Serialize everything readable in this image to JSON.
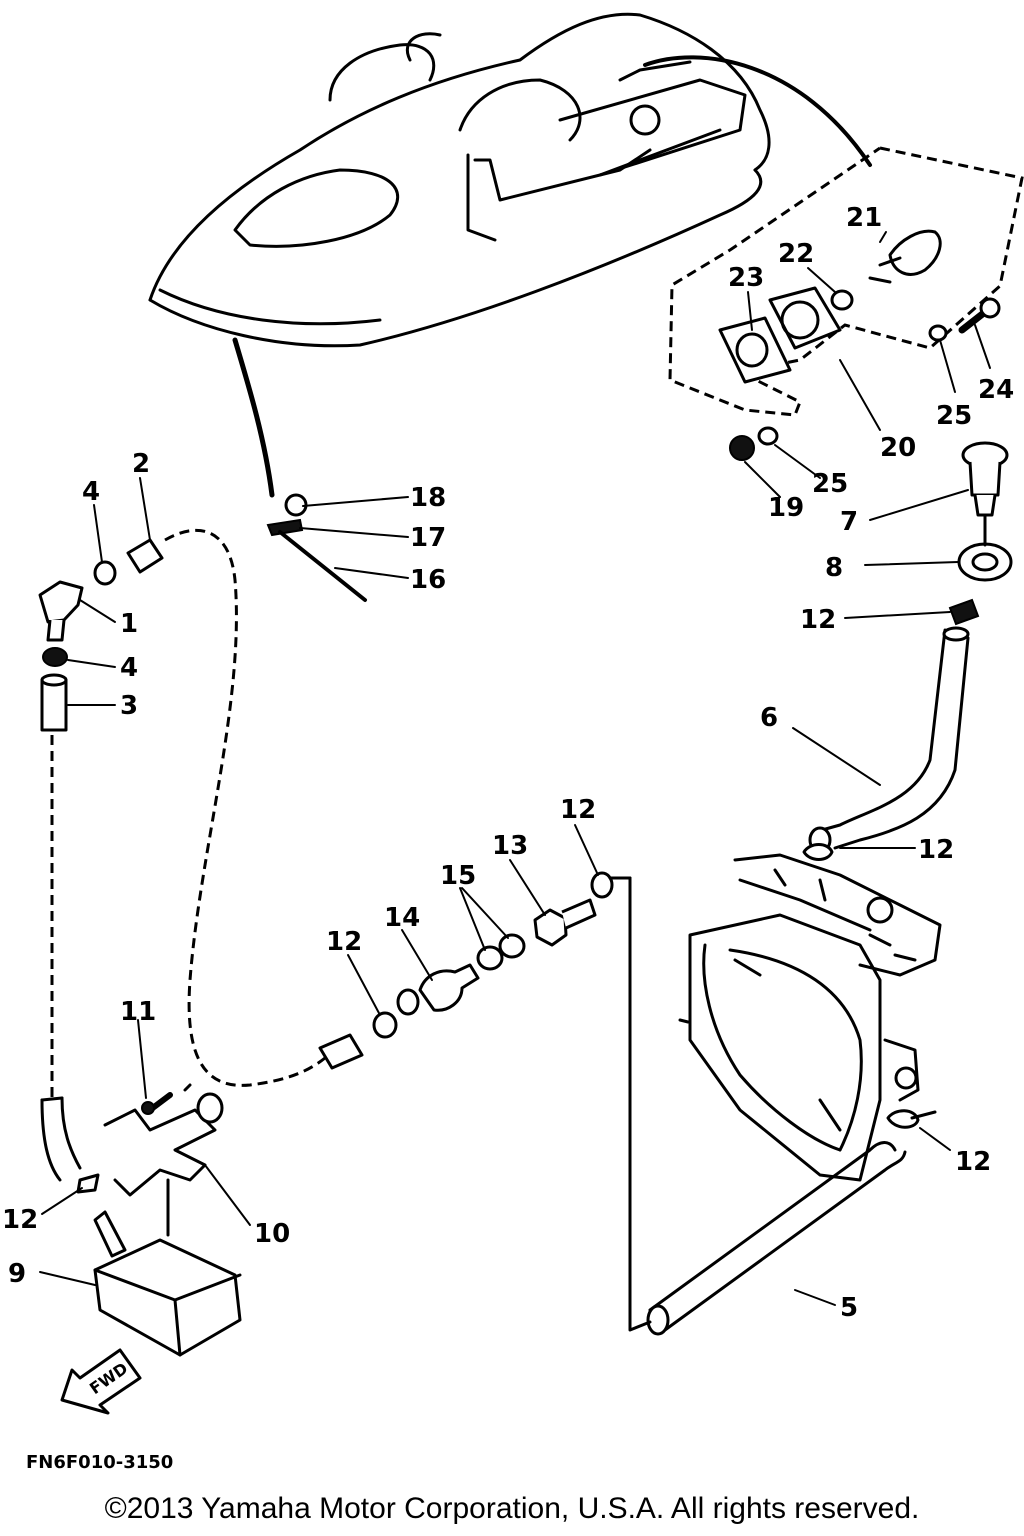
{
  "diagram": {
    "figure_code": "FN6F010-3150",
    "direction_label": "FWD",
    "callouts": {
      "c1": "1",
      "c2": "2",
      "c3": "3",
      "c4a": "4",
      "c4b": "4",
      "c5": "5",
      "c6": "6",
      "c7": "7",
      "c8": "8",
      "c9": "9",
      "c10": "10",
      "c11": "11",
      "c12a": "12",
      "c12b": "12",
      "c12c": "12",
      "c12d": "12",
      "c12e": "12",
      "c12f": "12",
      "c13": "13",
      "c14": "14",
      "c15": "15",
      "c16": "16",
      "c17": "17",
      "c18": "18",
      "c19": "19",
      "c20": "20",
      "c21": "21",
      "c22": "22",
      "c23": "23",
      "c24": "24",
      "c25a": "25",
      "c25b": "25"
    }
  },
  "footer": {
    "copyright": "©2013 Yamaha Motor Corporation, U.S.A. All rights reserved."
  }
}
